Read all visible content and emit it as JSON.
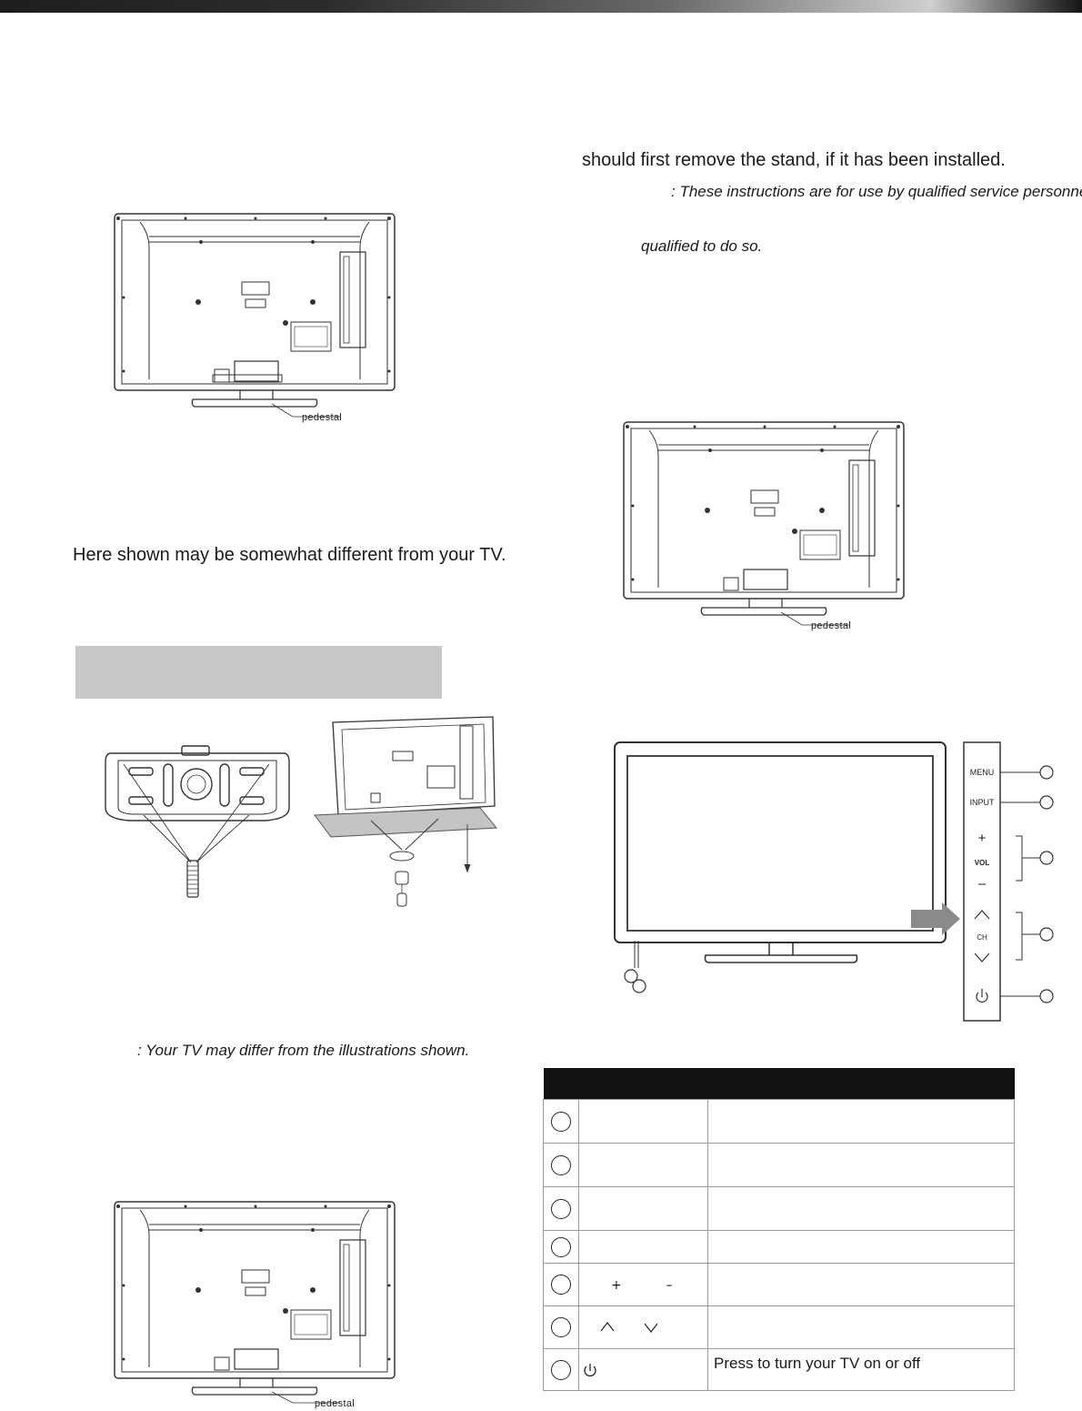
{
  "header_bar": {
    "color_left": "#1e1e1e",
    "color_mid": "#cfcfcf"
  },
  "left_column": {
    "fig1_label": "pedestal",
    "note_line": "Here shown may be somewhat different from your TV.",
    "note_box_text": "",
    "fig3_label": "pedestal",
    "illustration_note": ": Your TV may differ from the illustrations shown."
  },
  "right_column": {
    "stand_removal_line": "should first remove the stand, if it has been installed.",
    "service_note_1": ": These instructions are for use by qualified service personnel",
    "service_note_2": "qualified to do so.",
    "fig2_label": "pedestal",
    "side_panel": {
      "menu": "MENU",
      "input": "INPUT",
      "vol": "VOL",
      "ch": "CH",
      "plus": "+",
      "minus": "–"
    }
  },
  "controls_table": {
    "headers": [
      "",
      "",
      ""
    ],
    "rows": [
      {
        "control": "",
        "description": ""
      },
      {
        "control": "",
        "description": ""
      },
      {
        "control": "",
        "description": ""
      },
      {
        "control": "",
        "description": ""
      },
      {
        "control": "+ –",
        "control_icons": [
          "plus-icon",
          "minus-icon"
        ],
        "description": ""
      },
      {
        "control": "",
        "control_icons": [
          "chevron-up-icon",
          "chevron-down-icon"
        ],
        "description": ""
      },
      {
        "control": "",
        "control_icons": [
          "power-icon"
        ],
        "description": "Press to turn your TV on or off"
      }
    ]
  }
}
